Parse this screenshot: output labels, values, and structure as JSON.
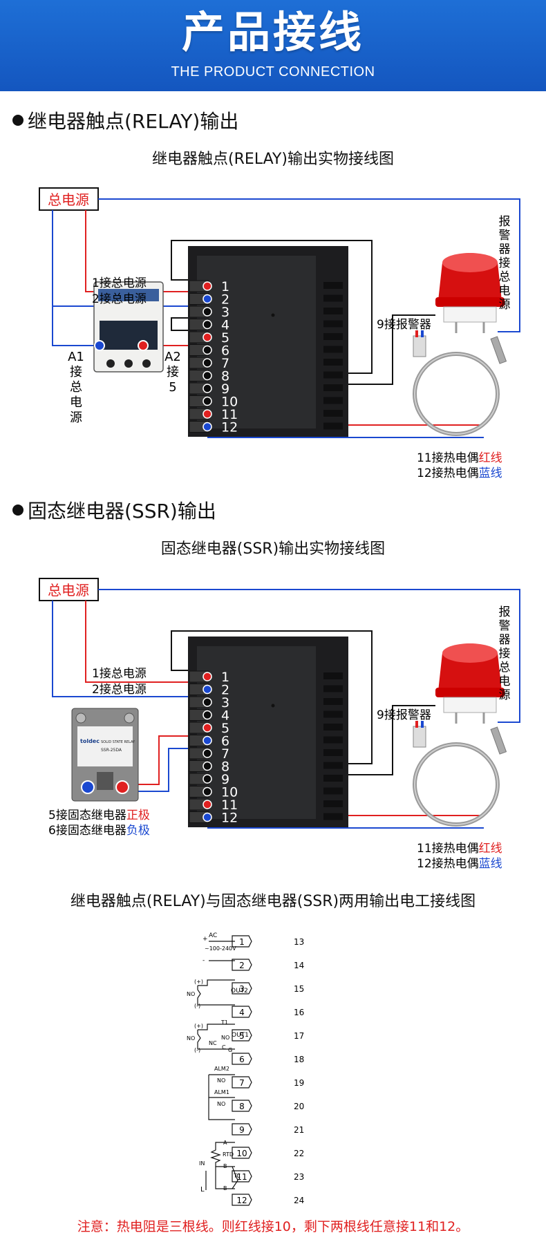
{
  "banner": {
    "title": "产品接线",
    "subtitle": "THE PRODUCT CONNECTION"
  },
  "colors": {
    "banner_blue": "#1a62cc",
    "wire_red": "#e02020",
    "wire_blue": "#1a48d0",
    "wire_black": "#111111"
  },
  "relay_section": {
    "heading": "继电器触点(RELAY)输出",
    "caption": "继电器触点(RELAY)输出实物接线图",
    "power_label": "总电源",
    "terminal_numbers": [
      "1",
      "2",
      "3",
      "4",
      "5",
      "6",
      "7",
      "8",
      "9",
      "10",
      "11",
      "12"
    ],
    "label_t1": "1接总电源",
    "label_t2": "2接总电源",
    "contactor_a1": "A1",
    "contactor_a1_note": [
      "接",
      "总",
      "电",
      "源"
    ],
    "contactor_a2": "A2",
    "contactor_a2_note": [
      "接",
      "5"
    ],
    "alarm_label": "9接报警器",
    "alarm_power_note": [
      "报",
      "警",
      "器",
      "接",
      "总",
      "电",
      "源"
    ],
    "tc_line1_prefix": "11接热电偶",
    "tc_line1_color": "红线",
    "tc_line2_prefix": "12接热电偶",
    "tc_line2_color": "蓝线"
  },
  "ssr_section": {
    "heading": "固态继电器(SSR)输出",
    "caption": "固态继电器(SSR)输出实物接线图",
    "power_label": "总电源",
    "terminal_numbers": [
      "1",
      "2",
      "3",
      "4",
      "5",
      "6",
      "7",
      "8",
      "9",
      "10",
      "11",
      "12"
    ],
    "label_t1": "1接总电源",
    "label_t2": "2接总电源",
    "ssr_brand": "toldec",
    "ssr_title": "SOLID STATE RELAY",
    "ssr_model": "SSR-25DA",
    "ssr_pos_prefix": "5接固态继电器",
    "ssr_pos": "正极",
    "ssr_neg_prefix": "6接固态继电器",
    "ssr_neg": "负极",
    "alarm_label": "9接报警器",
    "alarm_power_note": [
      "报",
      "警",
      "器",
      "接",
      "总",
      "电",
      "源"
    ],
    "tc_line1_prefix": "11接热电偶",
    "tc_line1_color": "红线",
    "tc_line2_prefix": "12接热电偶",
    "tc_line2_color": "蓝线"
  },
  "schematic": {
    "caption": "继电器触点(RELAY)与固态继电器(SSR)两用输出电工接线图",
    "terminals": [
      "1",
      "2",
      "3",
      "4",
      "5",
      "6",
      "7",
      "8",
      "9",
      "10",
      "11",
      "12"
    ],
    "pin_numbers": [
      "13",
      "14",
      "15",
      "16",
      "17",
      "18",
      "19",
      "20",
      "21",
      "22",
      "23",
      "24"
    ],
    "ac_label": "AC",
    "ac_range": "~100-240V",
    "plus": "+",
    "minus": "-",
    "plus_paren": "(+)",
    "minus_paren": "(-)",
    "no": "NO",
    "nc": "NC",
    "c": "C",
    "g": "G",
    "t1": "T1",
    "out1": "OUT1",
    "out2": "OUT2",
    "alm1": "ALM1",
    "alm2": "ALM2",
    "rtd": "RTD",
    "tc": "TC",
    "in": "IN",
    "a": "A",
    "b": "B",
    "l": "L"
  },
  "note": "注意：热电阻是三根线。则红线接10，剩下两根线任意接11和12。"
}
